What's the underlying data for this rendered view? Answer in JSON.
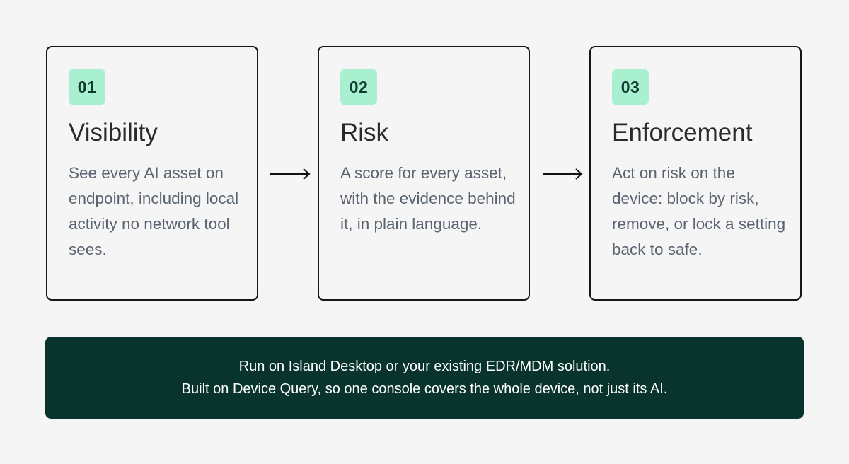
{
  "steps": [
    {
      "number": "01",
      "title": "Visibility",
      "description": "See every AI asset on endpoint, including local activity no network tool sees."
    },
    {
      "number": "02",
      "title": "Risk",
      "description": "A score for every asset, with the evidence behind it, in plain language."
    },
    {
      "number": "03",
      "title": "Enforcement",
      "description": "Act on risk on the device: block by risk, remove, or lock a setting back to safe."
    }
  ],
  "footer": {
    "line1": "Run on Island Desktop or your existing EDR/MDM solution.",
    "line2": "Built on Device Query, so one console covers the whole device, not just its AI."
  },
  "colors": {
    "background": "#f5f5f5",
    "badge": "#a8f0cf",
    "banner": "#08342d",
    "card_border": "#161616",
    "description_text": "#5a6470"
  },
  "icons": {
    "connector": "arrow-right-icon"
  }
}
